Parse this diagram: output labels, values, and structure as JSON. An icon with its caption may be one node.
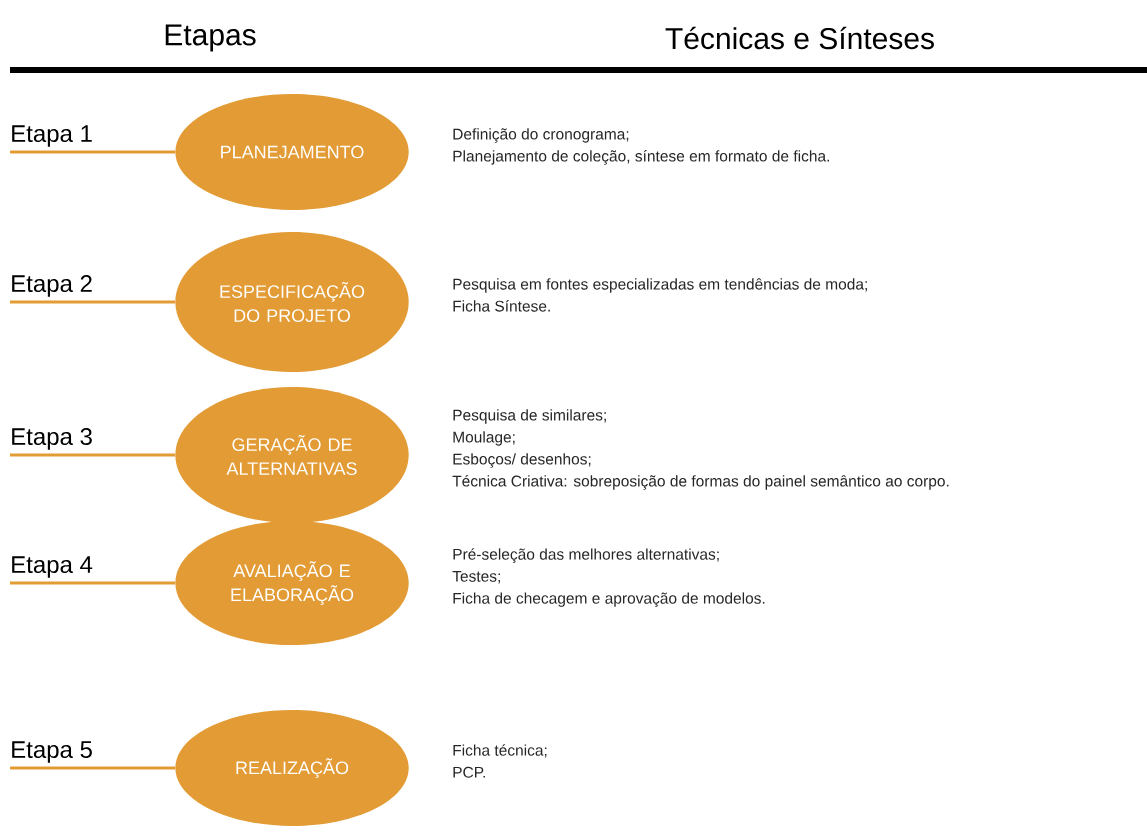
{
  "diagram": {
    "nodes": [
      {
        "text": [
          "Etapa 1"
        ]
      },
      {
        "text": [
          "PLANEJAMENTO"
        ],
        "beside": [
          "Definição do cronograma;",
          "Planejamento de coleção, síntese em formato de ficha."
        ]
      },
      {
        "text": [
          "Etapa 2"
        ]
      },
      {
        "text": [
          "ESPECIFICAÇÃO DO PROJETO"
        ],
        "beside": [
          "Pesquisa em fontes especializadas em tendências de moda;",
          "Ficha Síntese."
        ]
      },
      {
        "text": [
          "Etapa 3"
        ]
      },
      {
        "text": [
          "GERAÇÃO DE ALTERNATIVAS"
        ],
        "beside": [
          "Pesquisa de similares;",
          "Moulage;",
          "Esboços/ desenhos;",
          "Técnica Criativa: sobreposição de formas do painel semântico ao corpo."
        ]
      },
      {
        "text": [
          "Etapa 4"
        ]
      },
      {
        "text": [
          "AVALIAÇÃO E ELABORAÇÃO"
        ],
        "beside": [
          "Pré-seleção das melhores alternativas;",
          "Testes;",
          "Ficha de checagem e aprovação de modelos."
        ]
      },
      {
        "text": [
          "Etapa 5"
        ]
      },
      {
        "text": [
          "REALIZAÇÃO"
        ],
        "beside": [
          "Ficha técnica;",
          "PCP."
        ]
      }
    ],
    "edges": [
      {
        "from": 0,
        "to": 1,
        "arrow": "none"
      },
      {
        "from": 2,
        "to": 3,
        "arrow": "none"
      },
      {
        "from": 4,
        "to": 5,
        "arrow": "none"
      },
      {
        "from": 6,
        "to": 7,
        "arrow": "none"
      },
      {
        "from": 8,
        "to": 9,
        "arrow": "none"
      }
    ],
    "labels": [
      "Etapas",
      "Técnicas e Sínteses"
    ]
  }
}
